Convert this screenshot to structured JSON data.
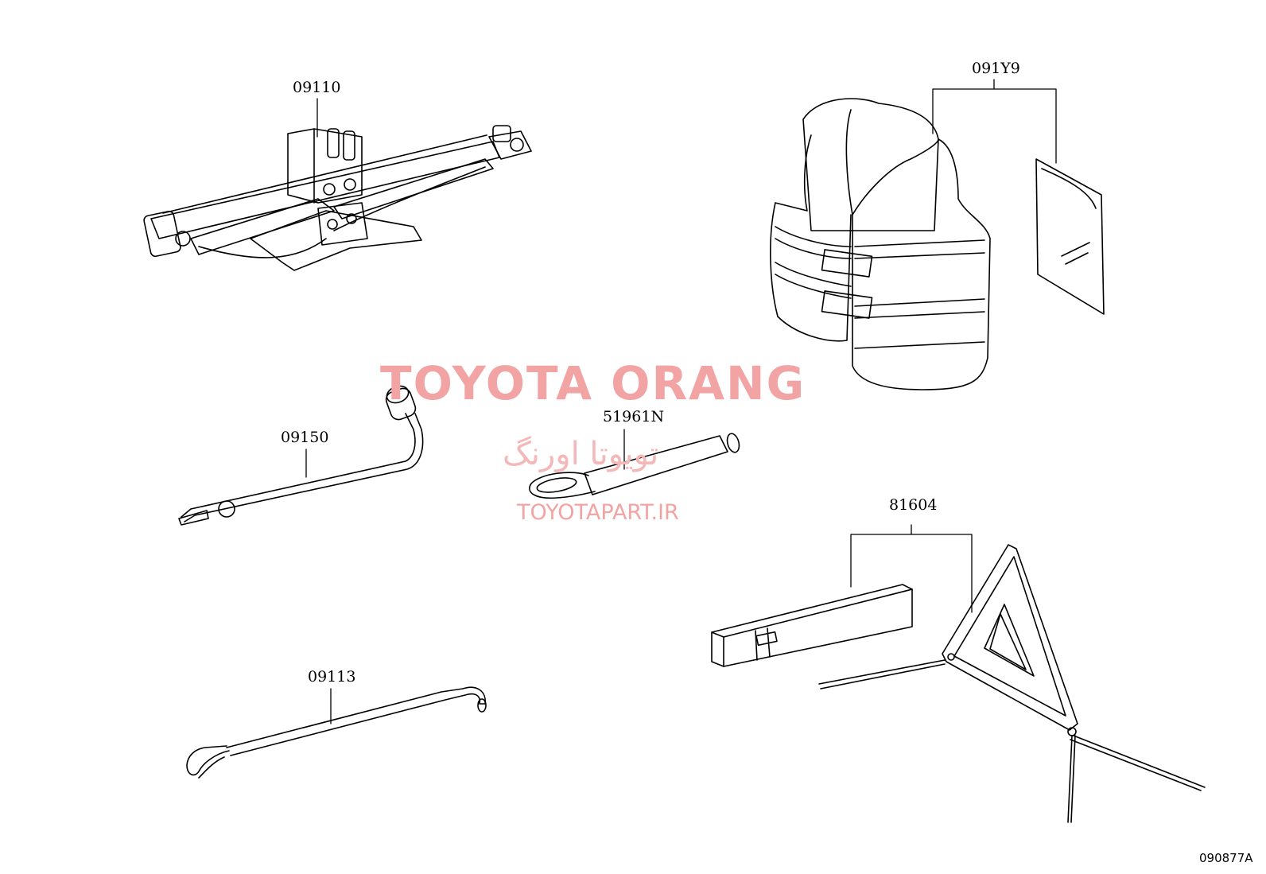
{
  "watermark": {
    "brand": "TOYOTA ORANG",
    "brand_fa": "تویوتا اورنگ",
    "url": "TOYOTAPART.IR"
  },
  "figure_id": "090877A",
  "parts": [
    {
      "number": "09110",
      "icon": "scissor-jack-icon"
    },
    {
      "number": "091Y9",
      "icon": "safety-vest-icon"
    },
    {
      "number": "09150",
      "icon": "wheel-nut-wrench-icon"
    },
    {
      "number": "51961N",
      "icon": "towing-eye-icon"
    },
    {
      "number": "81604",
      "icon": "warning-triangle-icon"
    },
    {
      "number": "09113",
      "icon": "jack-handle-icon"
    }
  ]
}
